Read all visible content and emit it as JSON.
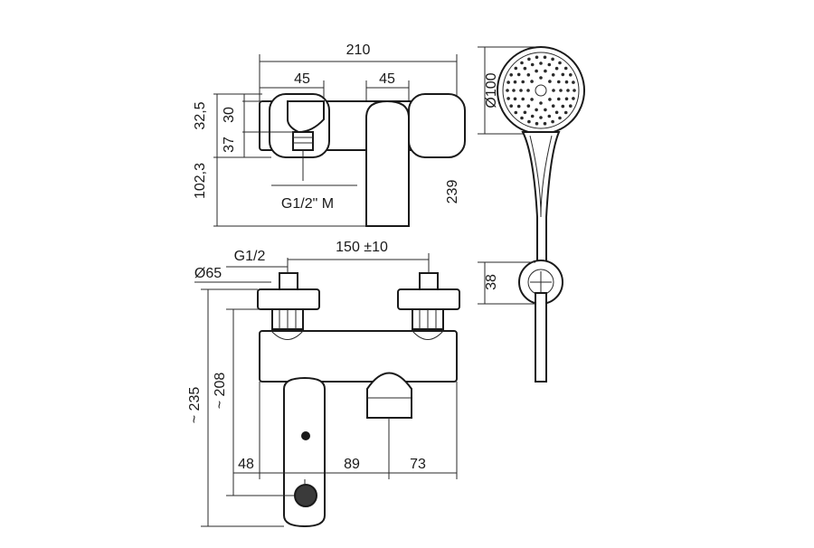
{
  "diagram": {
    "top_view": {
      "width_total": "210",
      "left_offset": "45",
      "right_offset": "45",
      "h_top": "32,5",
      "h_30": "30",
      "h_37": "37",
      "h_lower": "102,3",
      "h_total": "239",
      "connection": "G1/2\"  M"
    },
    "shower": {
      "head_diameter": "Ø100",
      "holder_height": "38"
    },
    "front_view": {
      "connection": "G1/2",
      "centers": "150 ±10",
      "flange_diameter": "Ø65",
      "height_235": "~ 235",
      "height_208": "~ 208",
      "d48": "48",
      "d89": "89",
      "d73": "73"
    }
  }
}
